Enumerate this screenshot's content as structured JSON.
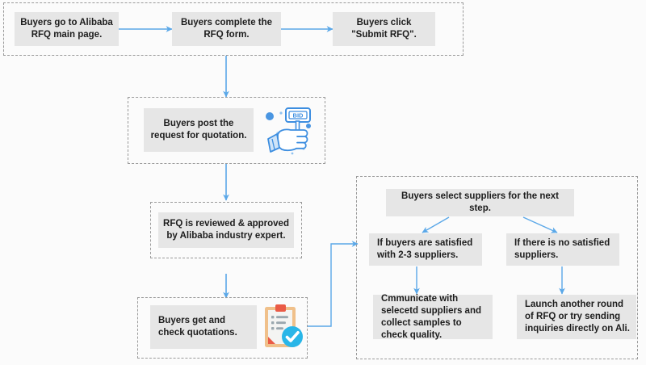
{
  "diagram": {
    "title": "Alibaba RFQ process flowchart",
    "colors": {
      "node_fill": "#e6e6e6",
      "node_text": "#1d1d1d",
      "arrow": "#5ba8e8",
      "group_border": "#9a9a9a",
      "background": "#fbfbfb",
      "icon_blue": "#3d8ee0",
      "icon_check": "#29b6e8",
      "icon_clip_red": "#ea5b46",
      "icon_clip_tan": "#f0c08a"
    },
    "groups": [
      {
        "name": "stage-1-submit-rfq"
      },
      {
        "name": "stage-2-post-request"
      },
      {
        "name": "stage-3-review"
      },
      {
        "name": "stage-4-quotations"
      },
      {
        "name": "stage-5-select-suppliers"
      }
    ],
    "nodes": {
      "go_to_main_page": "Buyers go to Alibaba RFQ main page.",
      "complete_form": "Buyers complete the RFQ form.",
      "submit_rfq": "Buyers click \"Submit RFQ\".",
      "post_request": "Buyers post  the request for quotation.",
      "reviewed_approved": "RFQ is reviewed & approved by Alibaba industry expert.",
      "get_check_quotations": "Buyers get and check quotations.",
      "select_suppliers": "Buyers select suppliers for the next step.",
      "branch_satisfied": "If buyers are satisfied with 2-3 suppliers.",
      "branch_not_satisfied": "If there is no satisfied suppliers.",
      "action_communicate": "Cmmunicate with selecetd suppliers and collect samples to check quality.",
      "action_relaunch": "Launch another round of RFQ or try sending inquiries directly on Ali."
    },
    "icons": {
      "bid_paddle_label": "BID",
      "bid_paddle_name": "hand-holding-bid-paddle-icon",
      "clipboard_name": "clipboard-check-icon"
    }
  }
}
